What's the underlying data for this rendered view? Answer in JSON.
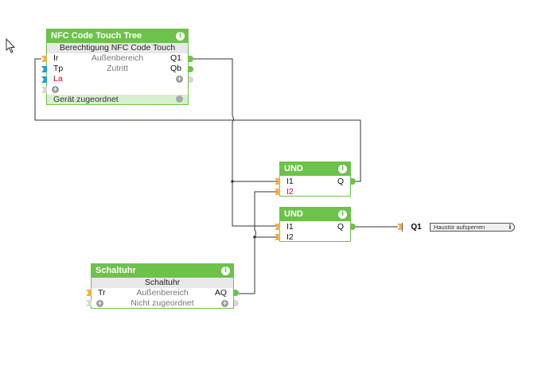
{
  "blocks": {
    "nfc": {
      "title": "NFC Code Touch Tree",
      "subtitle": "Berechtigung NFC Code Touch",
      "rows": [
        {
          "in": "Ir",
          "mid": "Außenbereich",
          "out": "Q1"
        },
        {
          "in": "Tp",
          "mid": "Zutritt",
          "out": "Qb"
        },
        {
          "in": "La",
          "mid": "",
          "out": ""
        }
      ],
      "footer": "Gerät zugeordnet"
    },
    "und1": {
      "title": "UND",
      "inputs": [
        "I1",
        "I2"
      ],
      "output": "Q"
    },
    "und2": {
      "title": "UND",
      "inputs": [
        "I1",
        "I2"
      ],
      "output": "Q"
    },
    "schaltuhr": {
      "title": "Schaltuhr",
      "subtitle": "Schaltuhr",
      "rows": [
        {
          "in": "Tr",
          "mid": "Außenbereich",
          "out": "AQ"
        },
        {
          "in": "",
          "mid": "Nicht zugeordnet",
          "out": ""
        }
      ]
    }
  },
  "output_ref": {
    "id": "Q1",
    "label": "Haustür aufsperren",
    "info": "i"
  },
  "icons": {
    "info": "i",
    "plus": "+"
  },
  "colors": {
    "block_green": "#6cc24a",
    "input_orange": "#f5b041",
    "input_blue": "#1fa0d8",
    "negated_red": "#e0001b"
  }
}
